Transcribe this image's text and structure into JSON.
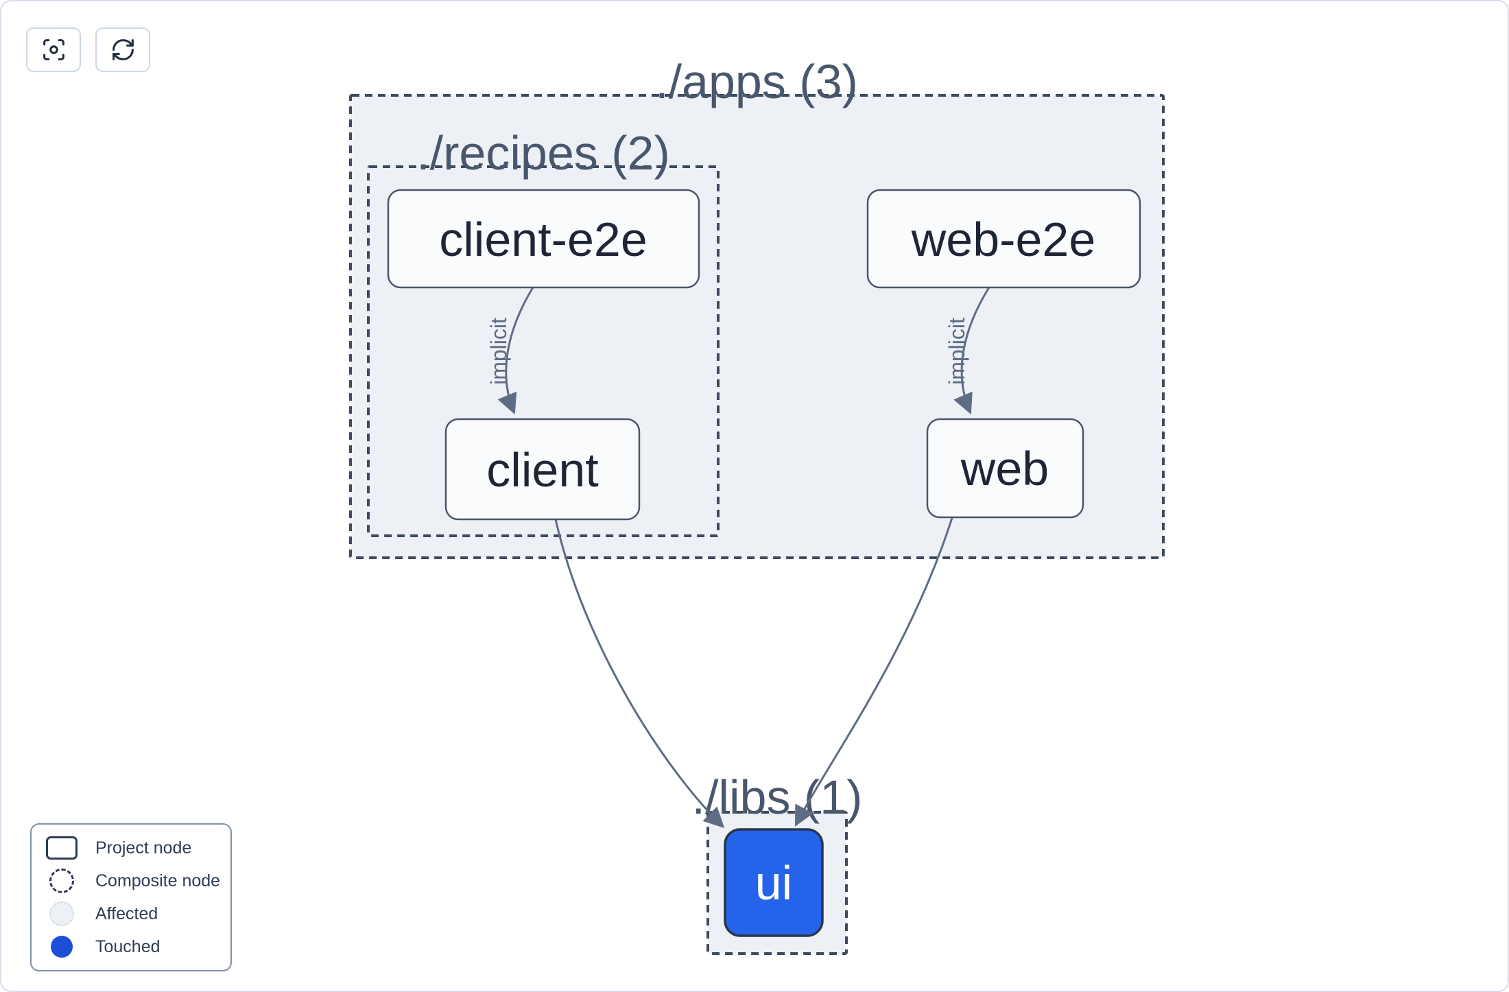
{
  "toolbar": {
    "buttons": [
      {
        "name": "focus-button",
        "icon": "crosshair-focus-icon"
      },
      {
        "name": "refresh-button",
        "icon": "refresh-cycle-icon"
      }
    ]
  },
  "graph": {
    "groups": [
      {
        "id": "apps",
        "label": "./apps (3)"
      },
      {
        "id": "recipes",
        "label": "./recipes (2)"
      },
      {
        "id": "libs",
        "label": "./libs (1)"
      }
    ],
    "nodes": [
      {
        "id": "client-e2e",
        "label": "client-e2e",
        "state": "normal"
      },
      {
        "id": "web-e2e",
        "label": "web-e2e",
        "state": "normal"
      },
      {
        "id": "client",
        "label": "client",
        "state": "normal"
      },
      {
        "id": "web",
        "label": "web",
        "state": "normal"
      },
      {
        "id": "ui",
        "label": "ui",
        "state": "touched"
      }
    ],
    "edges": [
      {
        "source": "client-e2e",
        "target": "client",
        "type": "implicit",
        "label": "implicit"
      },
      {
        "source": "web-e2e",
        "target": "web",
        "type": "implicit",
        "label": "implicit"
      },
      {
        "source": "client",
        "target": "ui",
        "type": "static",
        "label": ""
      },
      {
        "source": "web",
        "target": "ui",
        "type": "static",
        "label": ""
      }
    ]
  },
  "legend": {
    "items": [
      {
        "label": "Project node",
        "swatch": "project-node-outline"
      },
      {
        "label": "Composite node",
        "swatch": "composite-node-dashed-circle"
      },
      {
        "label": "Affected",
        "swatch": "affected-circle"
      },
      {
        "label": "Touched",
        "swatch": "touched-circle"
      }
    ]
  },
  "colors": {
    "touched_node_fill": "#2563eb",
    "legend_touched": "#1d4ed8",
    "group_fill": "#edf1f6",
    "group_border": "#3d4a5f",
    "node_fill": "#fafbfd",
    "node_border": "#4a5669",
    "node_text": "#1e2636",
    "edge": "#5e6c84",
    "canvas_border": "#d7dee9"
  }
}
